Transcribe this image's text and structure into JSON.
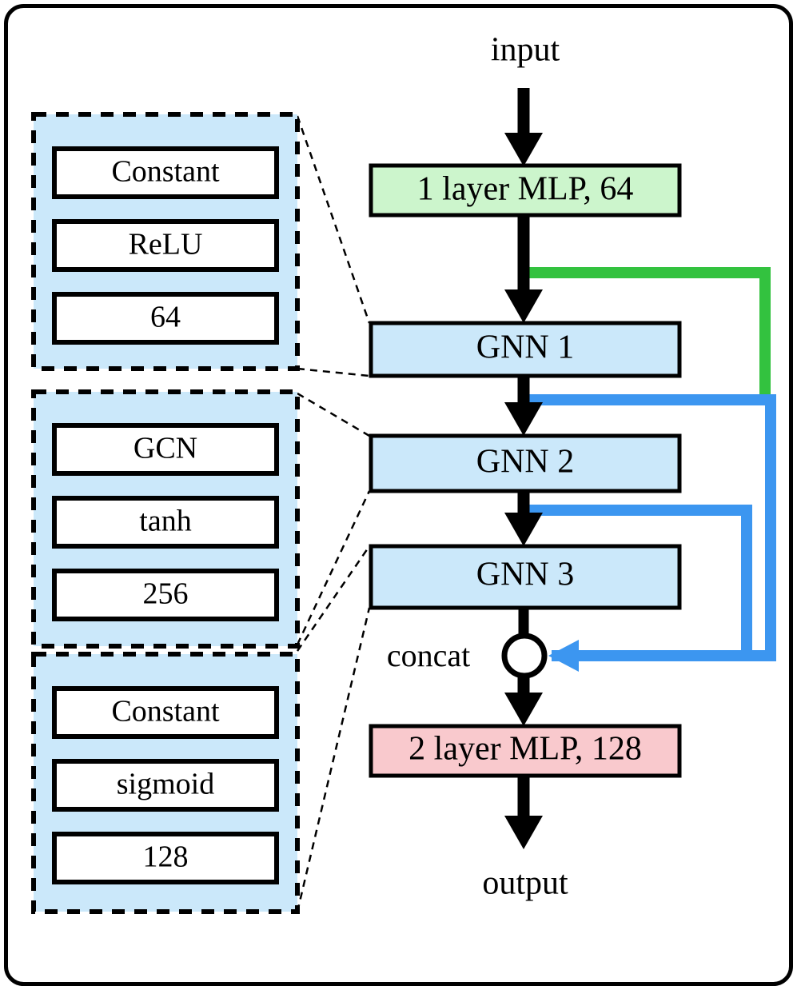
{
  "figure": {
    "title": "GNN architecture design space diagram",
    "border_color": "#000000"
  },
  "colors": {
    "gnn_fill": "#cbe8fa",
    "mlp_in_fill": "#ccf5cc",
    "mlp_out_fill": "#f9c9cd",
    "panel_fill": "#cbe8fa",
    "inner_box_fill": "#ffffff",
    "skip_green": "#33c23f",
    "skip_blue": "#3c96f0",
    "stroke": "#000000"
  },
  "pipeline": {
    "input_label": "input",
    "output_label": "output",
    "concat_label": "concat",
    "stages": [
      {
        "id": "pre-mlp",
        "label": "1 layer MLP, 64",
        "fill": "#ccf5cc"
      },
      {
        "id": "gnn-1",
        "label": "GNN 1",
        "fill": "#cbe8fa"
      },
      {
        "id": "gnn-2",
        "label": "GNN 2",
        "fill": "#cbe8fa"
      },
      {
        "id": "gnn-3",
        "label": "GNN 3",
        "fill": "#cbe8fa"
      },
      {
        "id": "post-mlp",
        "label": "2 layer MLP, 128",
        "fill": "#f9c9cd"
      }
    ]
  },
  "detail_panels": [
    {
      "id": "panel-gnn-1",
      "for_stage": "GNN 1",
      "rows": [
        "Constant",
        "ReLU",
        "64"
      ]
    },
    {
      "id": "panel-gnn-2",
      "for_stage": "GNN 2",
      "rows": [
        "GCN",
        "tanh",
        "256"
      ]
    },
    {
      "id": "panel-gnn-3",
      "for_stage": "GNN 3",
      "rows": [
        "Constant",
        "sigmoid",
        "128"
      ]
    }
  ],
  "skip_connections": [
    {
      "id": "skip-green",
      "from": "1 layer MLP, 64",
      "to": "concat",
      "color": "#33c23f"
    },
    {
      "id": "skip-blue-1",
      "from": "GNN 1",
      "to": "concat",
      "color": "#3c96f0"
    },
    {
      "id": "skip-blue-2",
      "from": "GNN 2",
      "to": "concat",
      "color": "#3c96f0"
    }
  ]
}
